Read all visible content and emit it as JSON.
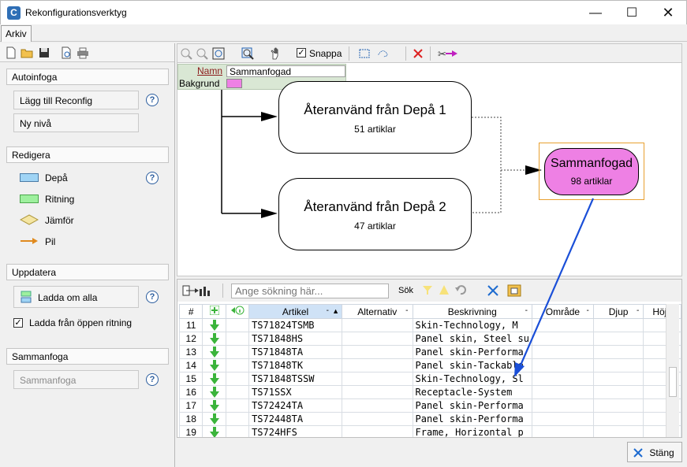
{
  "window": {
    "title": "Rekonfigurationsverktyg"
  },
  "menu": {
    "arkiv": "Arkiv"
  },
  "left_panel": {
    "autoinfoga": {
      "header": "Autoinfoga",
      "add_button": "Lägg till Reconfig",
      "new_level_button": "Ny nivå"
    },
    "redigera": {
      "header": "Redigera",
      "legend": [
        {
          "label": "Depå",
          "color": "#9fd4f5"
        },
        {
          "label": "Ritning",
          "color": "#9ef09e"
        },
        {
          "label": "Jämför",
          "color": "#f5e6a3"
        },
        {
          "label": "Pil",
          "color": "#e08a1e"
        }
      ]
    },
    "uppdatera": {
      "header": "Uppdatera",
      "reload_button": "Ladda om alla",
      "load_open_label": "Ladda från öppen ritning",
      "load_open_checked": true
    },
    "sammanfoga": {
      "header": "Sammanfoga",
      "merge_button": "Sammanfoga"
    },
    "help": "?"
  },
  "canvas_toolbar": {
    "snap_label": "Snappa",
    "snap_checked": true
  },
  "properties": {
    "name_label": "Namn",
    "name_value": "Sammanfogad",
    "bg_label": "Bakgrund",
    "bg_color": "#ee80e4"
  },
  "diagram": {
    "depot1": {
      "title": "Återanvänd från Depå 1",
      "subtitle": "51 artiklar"
    },
    "depot2": {
      "title": "Återanvänd från Depå 2",
      "subtitle": "47 artiklar"
    },
    "merged": {
      "title": "Sammanfogad",
      "subtitle": "98 artiklar",
      "fill": "#ee80e4",
      "border": "#e8a030"
    }
  },
  "grid_toolbar": {
    "search_placeholder": "Ange sökning här...",
    "search_label": "Sök"
  },
  "grid": {
    "columns": [
      "#",
      "",
      "",
      "Artikel",
      "Alternativ",
      "Beskrivning",
      "Område",
      "Djup",
      "Höjd"
    ],
    "rows": [
      {
        "n": "11",
        "artikel": "TS71824TSMB",
        "beskrivning": "Skin-Technology, M"
      },
      {
        "n": "12",
        "artikel": "TS71848HS",
        "beskrivning": "Panel skin, Steel su"
      },
      {
        "n": "13",
        "artikel": "TS71848TA",
        "beskrivning": "Panel skin-Performa"
      },
      {
        "n": "14",
        "artikel": "TS71848TK",
        "beskrivning": "Panel skin-Tackable"
      },
      {
        "n": "15",
        "artikel": "TS71848TSSW",
        "beskrivning": "Skin-Technology, Sl"
      },
      {
        "n": "16",
        "artikel": "TS71SSX",
        "beskrivning": "Receptacle-System"
      },
      {
        "n": "17",
        "artikel": "TS72424TA",
        "beskrivning": "Panel skin-Performa"
      },
      {
        "n": "18",
        "artikel": "TS72448TA",
        "beskrivning": "Panel skin-Performa"
      },
      {
        "n": "19",
        "artikel": "TS724HFS",
        "beskrivning": "Frame, Horizontal p"
      }
    ]
  },
  "footer": {
    "close_button": "Stäng"
  },
  "colors": {
    "arrow_blue": "#1a4fd8",
    "add_green": "#3bb43b"
  }
}
